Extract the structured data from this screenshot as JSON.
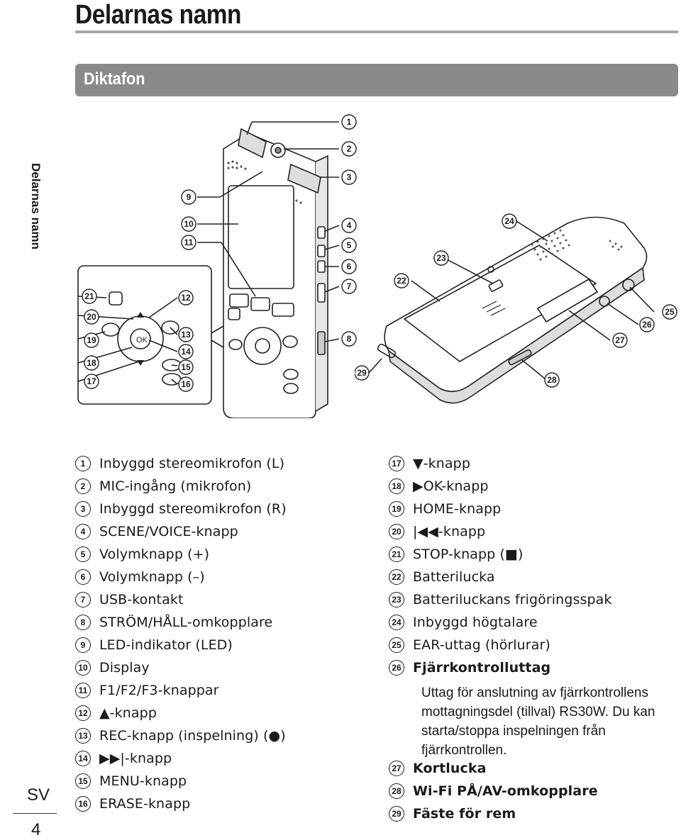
{
  "page": {
    "title": "Delarnas namn",
    "section": "Diktafon",
    "side_tab": "Delarnas namn",
    "language": "SV",
    "page_number": "4"
  },
  "figure": {
    "callouts": [
      "1",
      "2",
      "3",
      "4",
      "5",
      "6",
      "7",
      "8",
      "9",
      "10",
      "11",
      "12",
      "13",
      "14",
      "15",
      "16",
      "17",
      "18",
      "19",
      "20",
      "21",
      "22",
      "23",
      "24",
      "25",
      "26",
      "27",
      "28",
      "29"
    ],
    "button_labels": {
      "ok": "OK",
      "f1": "",
      "f2": ""
    }
  },
  "parts_left": [
    {
      "n": "1",
      "label": "Inbyggd stereomikrofon (L)"
    },
    {
      "n": "2",
      "label": "MIC-ingång (mikrofon)"
    },
    {
      "n": "3",
      "label": "Inbyggd stereomikrofon (R)"
    },
    {
      "n": "4",
      "label": "SCENE/VOICE-knapp"
    },
    {
      "n": "5",
      "label": "Volymknapp (+)"
    },
    {
      "n": "6",
      "label": "Volymknapp (–)"
    },
    {
      "n": "7",
      "label": "USB-kontakt"
    },
    {
      "n": "8",
      "label": "STRÖM/HÅLL-omkopplare"
    },
    {
      "n": "9",
      "label": "LED-indikator (LED)"
    },
    {
      "n": "10",
      "label": "Display"
    },
    {
      "n": "11",
      "label": "F1/F2/F3-knappar"
    },
    {
      "n": "12",
      "label": "▲-knapp"
    },
    {
      "n": "13",
      "label": "REC-knapp (inspelning) (●)"
    },
    {
      "n": "14",
      "label": "▶▶|-knapp"
    },
    {
      "n": "15",
      "label": "MENU-knapp"
    },
    {
      "n": "16",
      "label": "ERASE-knapp"
    }
  ],
  "parts_right": [
    {
      "n": "17",
      "label": "▼-knapp"
    },
    {
      "n": "18",
      "label": "▶OK-knapp"
    },
    {
      "n": "19",
      "label": "HOME-knapp"
    },
    {
      "n": "20",
      "label": "|◀◀-knapp"
    },
    {
      "n": "21",
      "label": "STOP-knapp (■)"
    },
    {
      "n": "22",
      "label": "Batterilucka"
    },
    {
      "n": "23",
      "label": "Batteriluckans frigöringsspak"
    },
    {
      "n": "24",
      "label": "Inbyggd högtalare"
    },
    {
      "n": "25",
      "label": "EAR-uttag (hörlurar)"
    },
    {
      "n": "26",
      "label": "Fjärrkontrolluttag"
    }
  ],
  "note_26": "Uttag för anslutning av fjärrkontrollens mottagningsdel (tillval) RS30W. Du kan starta/stoppa inspelningen från fjärrkontrollen.",
  "parts_right_tail": [
    {
      "n": "27",
      "label": "Kortlucka"
    },
    {
      "n": "28",
      "label": "Wi-Fi PÅ/AV-omkopplare"
    },
    {
      "n": "29",
      "label": "Fäste för rem"
    }
  ]
}
